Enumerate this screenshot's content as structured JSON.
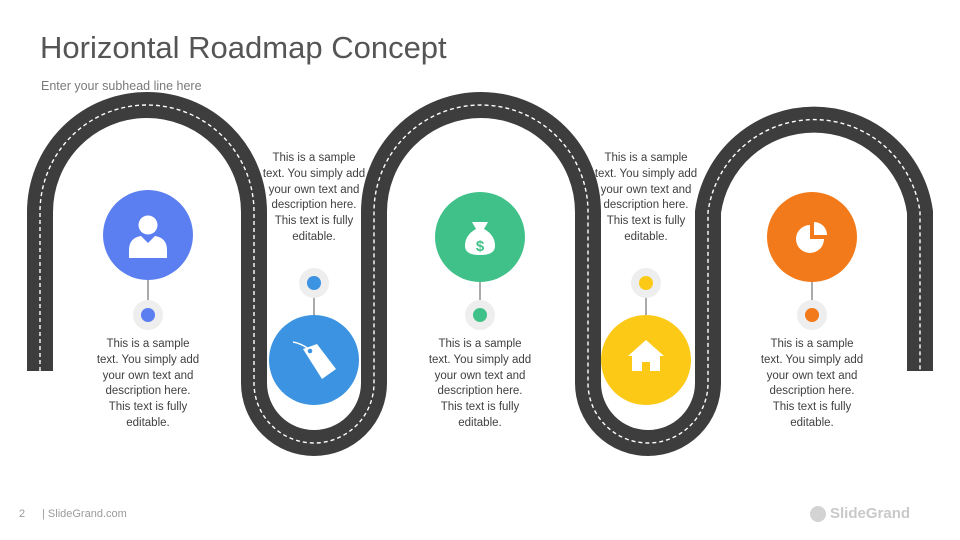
{
  "header": {
    "title": "Horizontal Roadmap Concept",
    "subhead": "Enter your subhead line here"
  },
  "milestones": [
    {
      "icon": "user-icon",
      "color": "#5b7ff0",
      "dot_color": "#5b7ff0",
      "text": "This is a sample text. You simply add your own text and description here. This text is fully editable."
    },
    {
      "icon": "price-tag-icon",
      "color": "#3b93e2",
      "dot_color": "#3b93e2",
      "text": "This is a sample text. You simply add your own text and description here. This text is fully editable."
    },
    {
      "icon": "money-bag-icon",
      "color": "#41c18a",
      "dot_color": "#41c18a",
      "text": "This is a sample text. You simply add your own text and description here. This text is fully editable."
    },
    {
      "icon": "home-icon",
      "color": "#fbc916",
      "dot_color": "#fbc916",
      "text": "This is a sample text. You simply add your own text and description here. This text is fully editable."
    },
    {
      "icon": "pie-chart-icon",
      "color": "#f27a1a",
      "dot_color": "#f27a1a",
      "text": "This is a sample text. You simply add your own text and description here. This text is fully editable."
    }
  ],
  "colors": {
    "road": "#3d3d3d",
    "road_dash": "#ffffff",
    "connector": "#555555"
  },
  "footer": {
    "page_number": "2",
    "site": "| SlideGrand.com",
    "brand": "SlideGrand"
  }
}
